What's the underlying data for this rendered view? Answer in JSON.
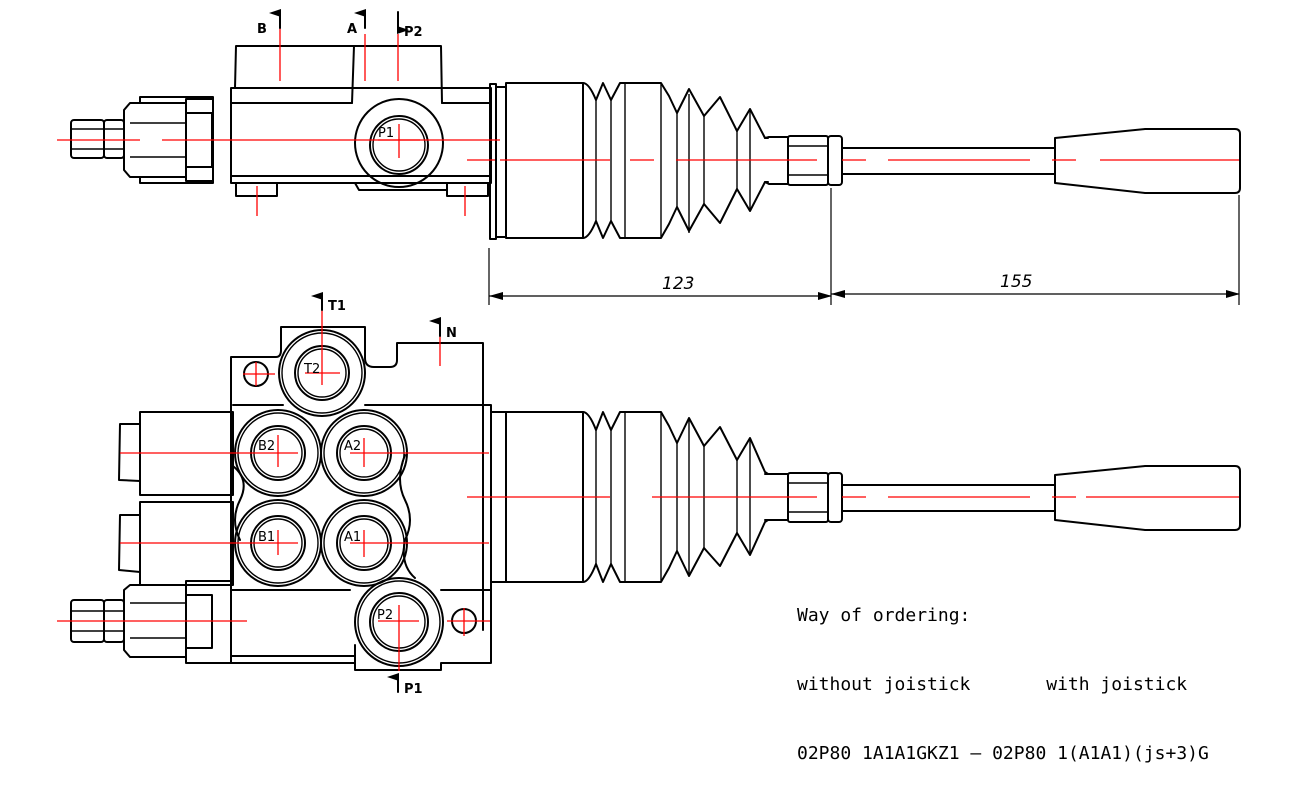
{
  "top_view": {
    "port_labels": {
      "B": "B",
      "A": "A",
      "P2": "P2",
      "P1": "P1"
    }
  },
  "dimensions": {
    "boot_length": "123",
    "handle_length": "155"
  },
  "front_view": {
    "port_labels": {
      "T1": "T1",
      "T2": "T2",
      "N": "N",
      "B2": "B2",
      "A2": "A2",
      "B1": "B1",
      "A1": "A1",
      "P2": "P2",
      "P1": "P1"
    }
  },
  "ordering_note": {
    "title": "Way of ordering:",
    "header_without": "without joistick",
    "header_with": "with joistick",
    "code_without": "02P80 1A1A1GKZ1",
    "separator": "–",
    "code_with": "02P80 1(A1A1)(js+3)G"
  },
  "colors": {
    "outline": "#000000",
    "centerline": "#ff0000",
    "background": "#ffffff"
  }
}
